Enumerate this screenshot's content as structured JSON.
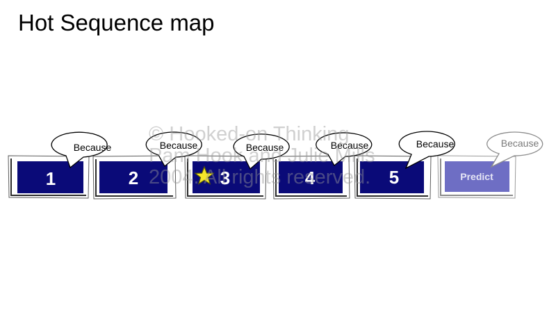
{
  "title": "Hot Sequence map",
  "colors": {
    "step_fill": "#0a0a78",
    "predict_fill": "#6e6ec4",
    "star_fill": "#f5e62a",
    "star_stroke": "#5a5a00",
    "watermark": "#969696"
  },
  "steps": [
    {
      "label": "1",
      "bubble": "Because"
    },
    {
      "label": "2",
      "bubble": "Because"
    },
    {
      "label": "3",
      "bubble": "Because",
      "icon": "star-icon"
    },
    {
      "label": "4",
      "bubble": "Because"
    },
    {
      "label": "5",
      "bubble": "Because"
    }
  ],
  "predict": {
    "label": "Predict",
    "bubble": "Because"
  },
  "watermark": {
    "lines": [
      "© Hooked-on Thinking",
      "Pam Hook and Julie Mills",
      "2004. All rights reserved."
    ]
  }
}
